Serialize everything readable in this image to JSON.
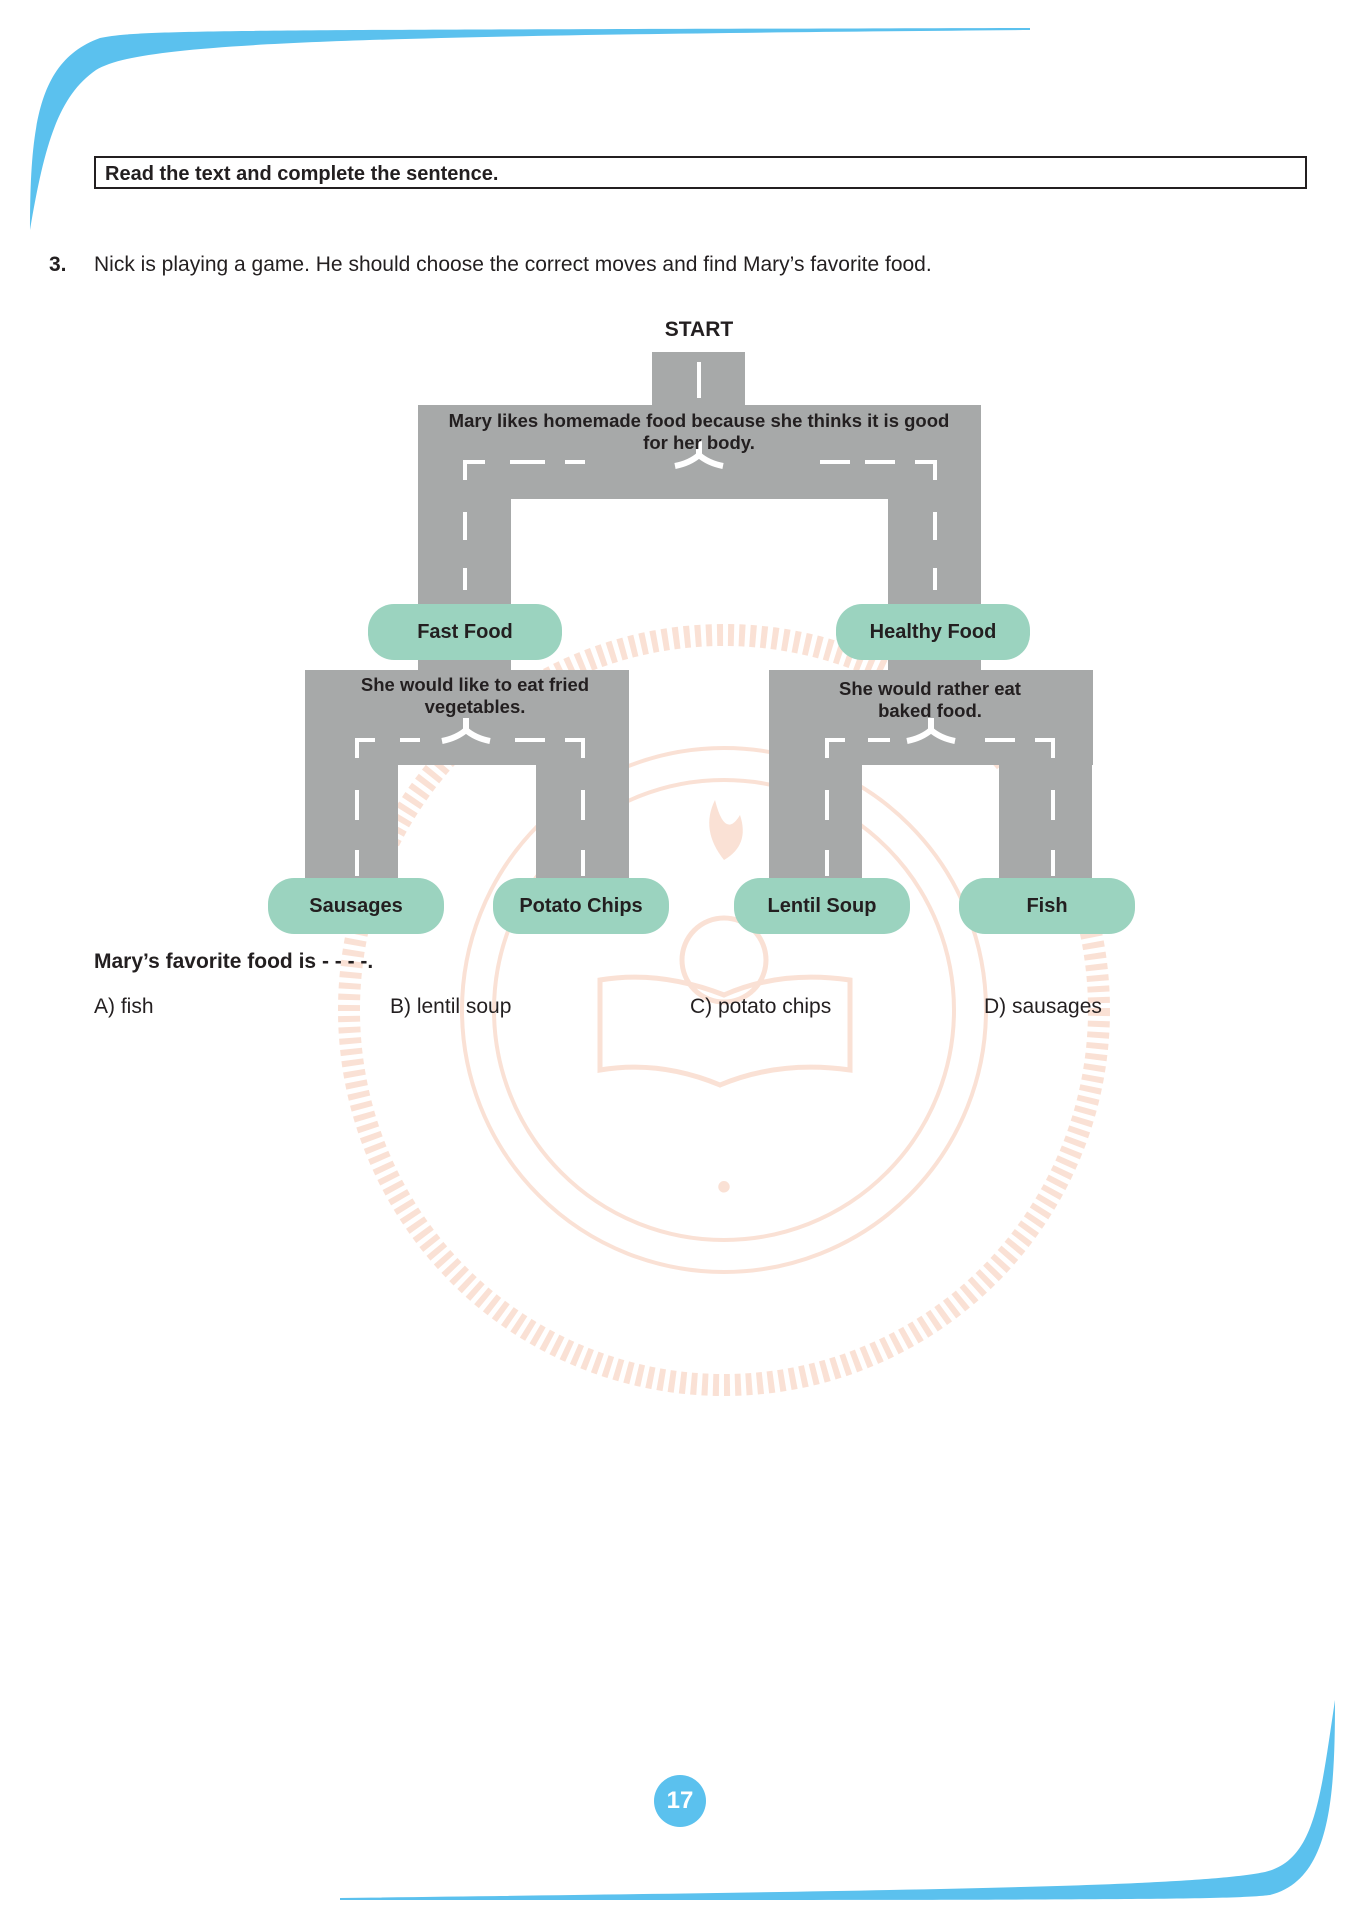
{
  "instruction": "Read the text and complete the sentence.",
  "question": {
    "number": "3.",
    "text": "Nick is playing a game. He should choose the correct moves and find Mary’s favorite food."
  },
  "diagram": {
    "start_label": "START",
    "root_text": "Mary likes homemade food because she thinks it is good for her body.",
    "branches": [
      {
        "label": "Fast Food",
        "clue": "She would like to eat fried vegetables.",
        "leaves": [
          "Sausages",
          "Potato Chips"
        ]
      },
      {
        "label": "Healthy Food",
        "clue": "She would rather eat baked food.",
        "leaves": [
          "Lentil Soup",
          "Fish"
        ]
      }
    ],
    "colors": {
      "road": "#a7a9a9",
      "pill": "#9bd3bf",
      "marking": "#ffffff"
    }
  },
  "stem": "Mary’s favorite food is - - - -.",
  "options": [
    "A) fish",
    "B) lentil soup",
    "C) potato chips",
    "D) sausages"
  ],
  "page_number": "17",
  "accent_color": "#5bc1ee",
  "watermark_color": "#f6c9b3"
}
